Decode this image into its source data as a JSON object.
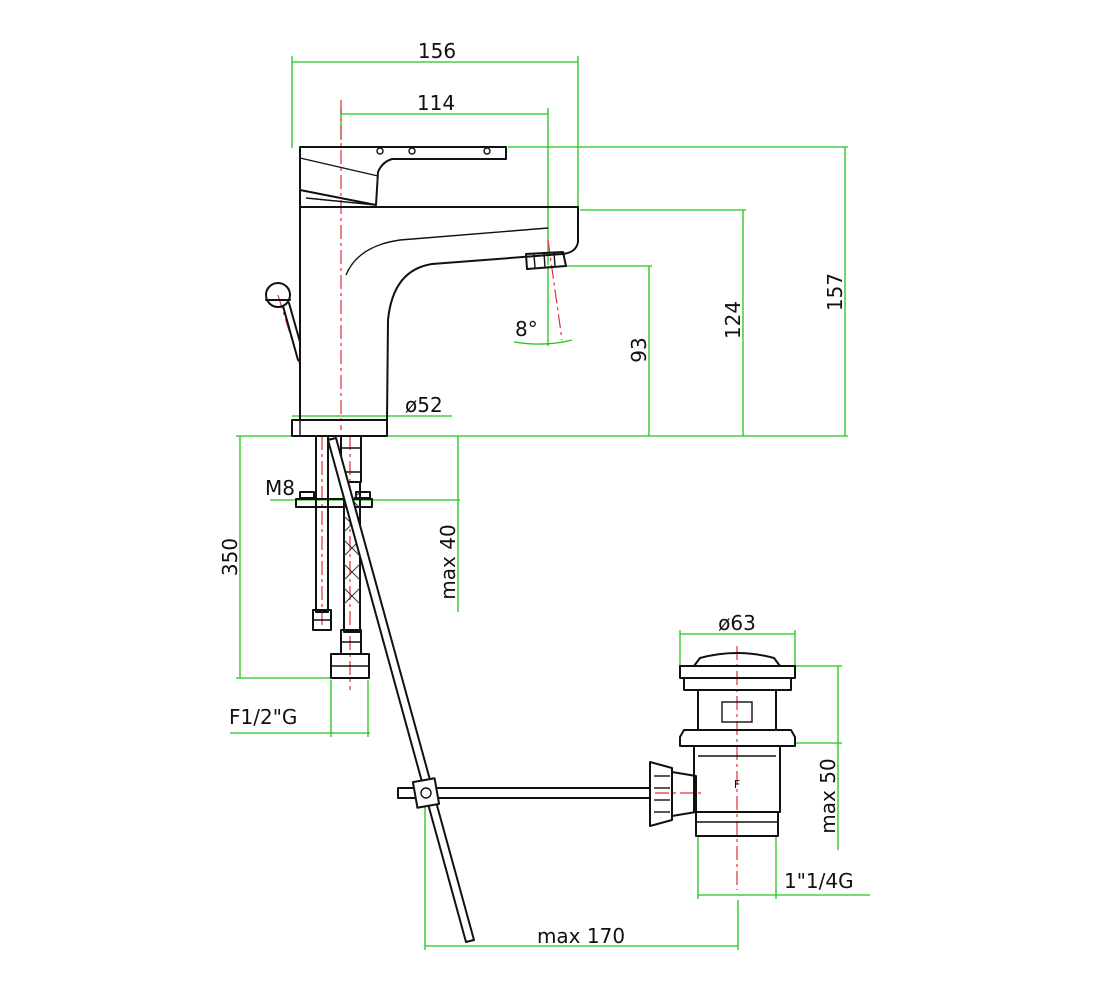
{
  "dimensions": {
    "overall_width": "156",
    "spout_reach": "114",
    "total_height": "157",
    "spout_top_height": "124",
    "outlet_height": "93",
    "outlet_angle": "8°",
    "base_diameter": "ø52",
    "stud_thread": "M8",
    "hose_length": "350",
    "max_deck_thickness": "max 40",
    "hose_connection": "F1/2\"G",
    "waste_diameter": "ø63",
    "waste_max_basin_thickness": "max 50",
    "waste_thread": "1\"1/4G",
    "max_rod_distance": "max 170"
  },
  "colors": {
    "outline": "#111111",
    "dimension_lines": "#22c41e",
    "center_axes": "#e0303a"
  }
}
